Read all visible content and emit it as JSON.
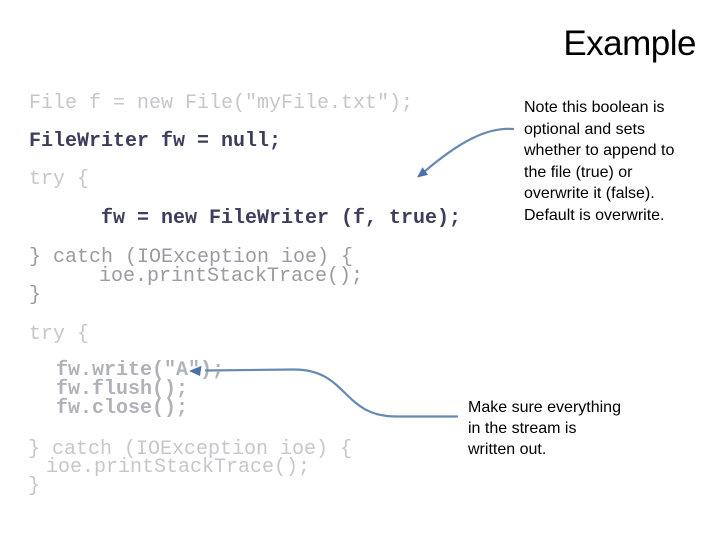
{
  "title": "Example",
  "code": {
    "lines": [
      {
        "text": "File f = new File(\"myFile.txt\");"
      },
      {
        "text": "FileWriter fw = null;"
      },
      {
        "text": "try {"
      },
      {
        "text": "fw = new FileWriter (f, true);"
      },
      {
        "text": "} catch (IOException ioe) {"
      },
      {
        "text": "ioe.printStackTrace();"
      },
      {
        "text": "}"
      },
      {
        "text": "try {"
      },
      {
        "text": "fw.write(\"A\");"
      },
      {
        "text": "fw.flush();"
      },
      {
        "text": "fw.close();"
      },
      {
        "text": "} catch (IOException ioe) {"
      },
      {
        "text": "ioe.printStackTrace();"
      },
      {
        "text": "}"
      }
    ]
  },
  "annotations": {
    "boolean_note": {
      "lines": [
        "Note this boolean is",
        "optional and sets",
        "whether to append to",
        "the file (true) or",
        "overwrite it (false).",
        "Default is overwrite."
      ]
    },
    "flush_note": {
      "lines": [
        "Make sure everything",
        "in the stream is",
        "written out."
      ]
    }
  },
  "colors": {
    "arrow": "#6689b4",
    "arrow_head": "#4a72a8",
    "code_emphasis": "#3d3d5d",
    "code_bold_gray": "#b1b1ba",
    "code_mid_gray": "#9a9aa2",
    "code_dim_gray": "#c6c6cc",
    "title_text": "#000000",
    "annotation_text": "#000000",
    "background": "#ffffff"
  }
}
